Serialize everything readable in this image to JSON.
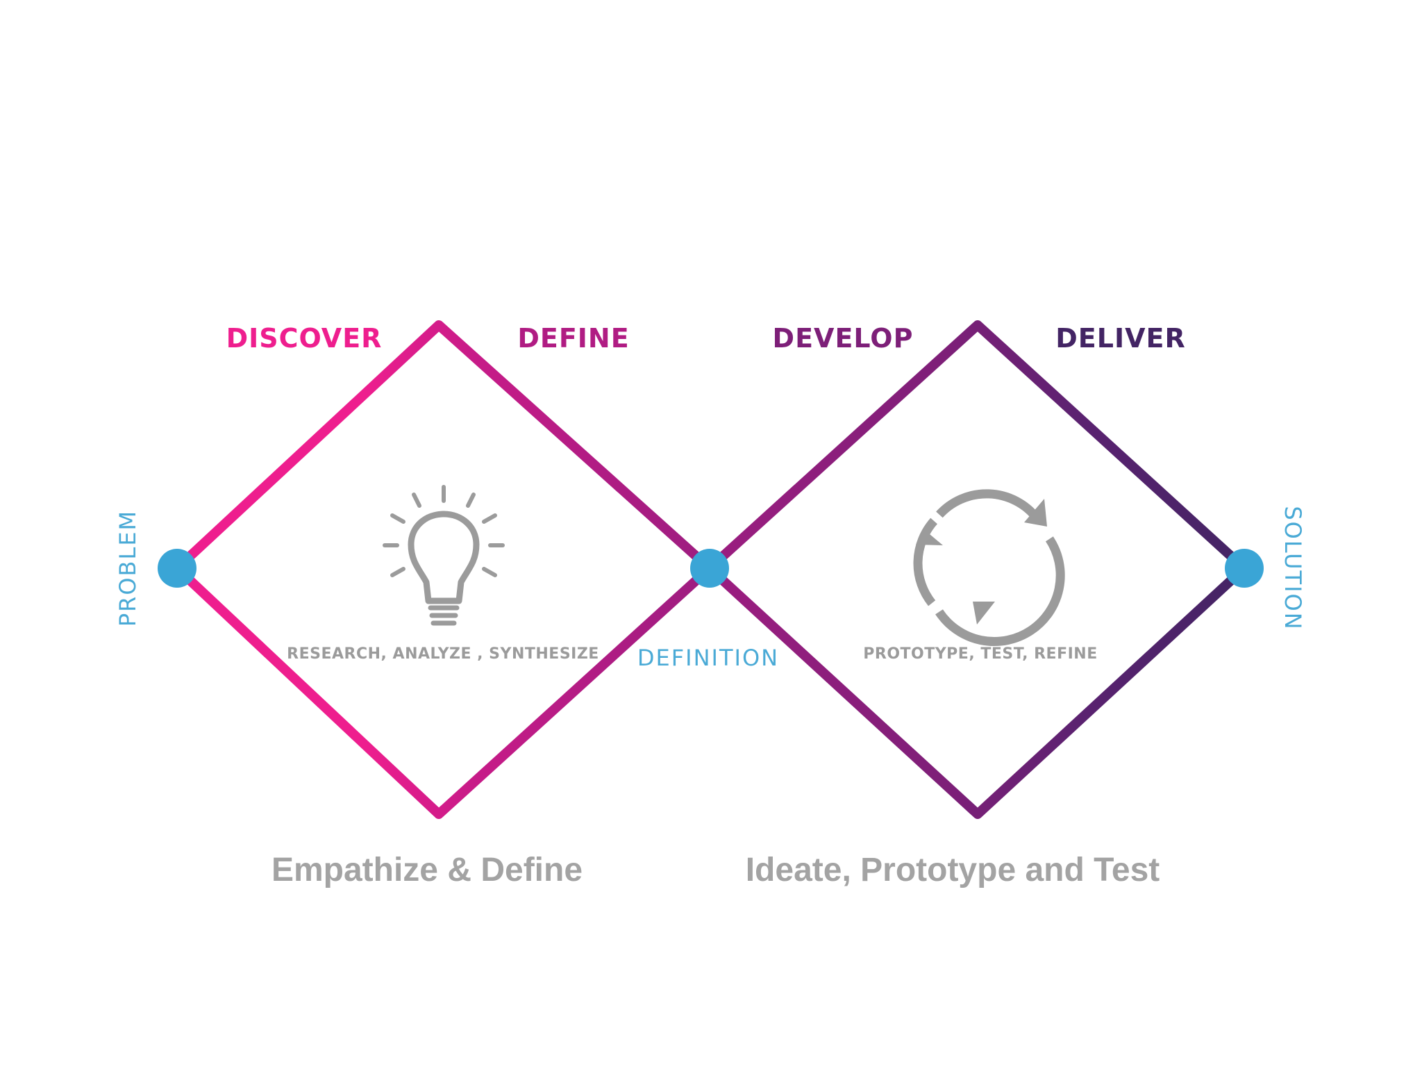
{
  "colors": {
    "pink": "#ee1e8e",
    "magenta": "#b01c83",
    "purple": "#7d1f78",
    "dark_purple": "#432464",
    "node_blue": "#3aa5d6",
    "label_blue": "#4aaad6",
    "icon_gray": "#9b9b9b",
    "caption_gray": "#a3a3a3"
  },
  "phases": {
    "discover": "DISCOVER",
    "define": "DEFINE",
    "develop": "DEVELOP",
    "deliver": "DELIVER"
  },
  "endpoints": {
    "problem": "PROBLEM",
    "definition": "DEFINITION",
    "solution": "SOLUTION"
  },
  "activities": {
    "first": "RESEARCH, ANALYZE , SYNTHESIZE",
    "second": "PROTOTYPE, TEST, REFINE"
  },
  "icons": {
    "first": "lightbulb-icon",
    "second": "refresh-cycle-icon"
  },
  "captions": {
    "left": "Empathize & Define",
    "right": "Ideate, Prototype and Test"
  }
}
